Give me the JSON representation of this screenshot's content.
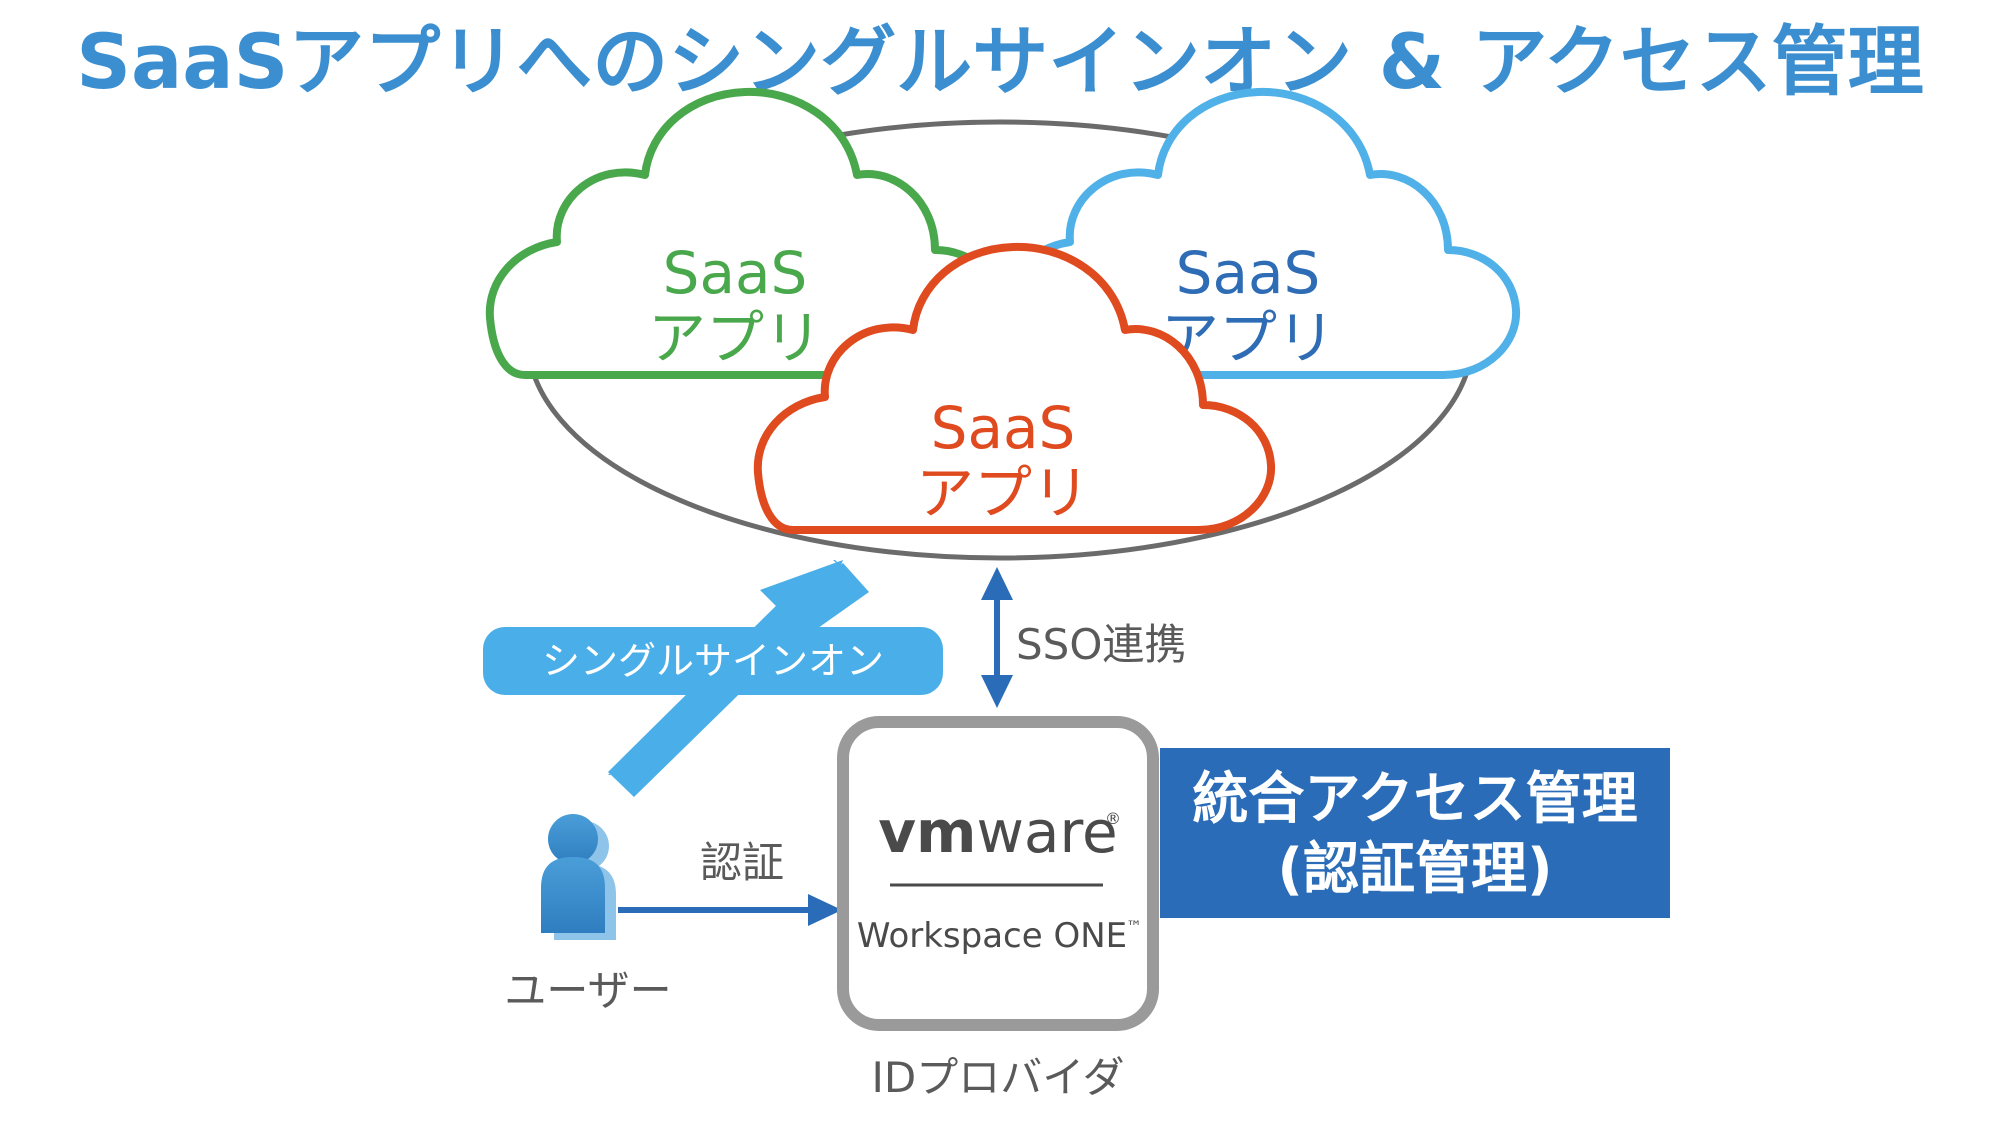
{
  "title": "SaaSアプリへのシングルサインオン & アクセス管理",
  "clouds": [
    {
      "line1": "SaaS",
      "line2": "アプリ",
      "color": "#4aa84c"
    },
    {
      "line1": "SaaS",
      "line2": "アプリ",
      "color": "#2e6db5"
    },
    {
      "line1": "SaaS",
      "line2": "アプリ",
      "color": "#e04a1f"
    }
  ],
  "cloud_outline_colors": [
    "#4aa84c",
    "#4fb1e8",
    "#e04a1f"
  ],
  "sso_pill_label": "シングルサインオン",
  "sso_link_label": "SSO連携",
  "auth_label": "認証",
  "user_label": "ユーザー",
  "idp_label": "IDプロバイダ",
  "brand": {
    "vm": "vm",
    "ware": "ware",
    "registered": "®",
    "product": "Workspace ONE",
    "trademark": "™"
  },
  "access_box": {
    "line1": "統合アクセス管理",
    "line2": "(認証管理)"
  },
  "colors": {
    "title": "#3b8fd0",
    "ellipse": "#6b6b6b",
    "pill": "#4aaee8",
    "arrow_blue": "#2a6cb8",
    "access_box": "#2a6cb8",
    "idp_border": "#9a9a9a",
    "gray_text": "#5a5a5a",
    "user_icon": "#3a8fd0"
  }
}
